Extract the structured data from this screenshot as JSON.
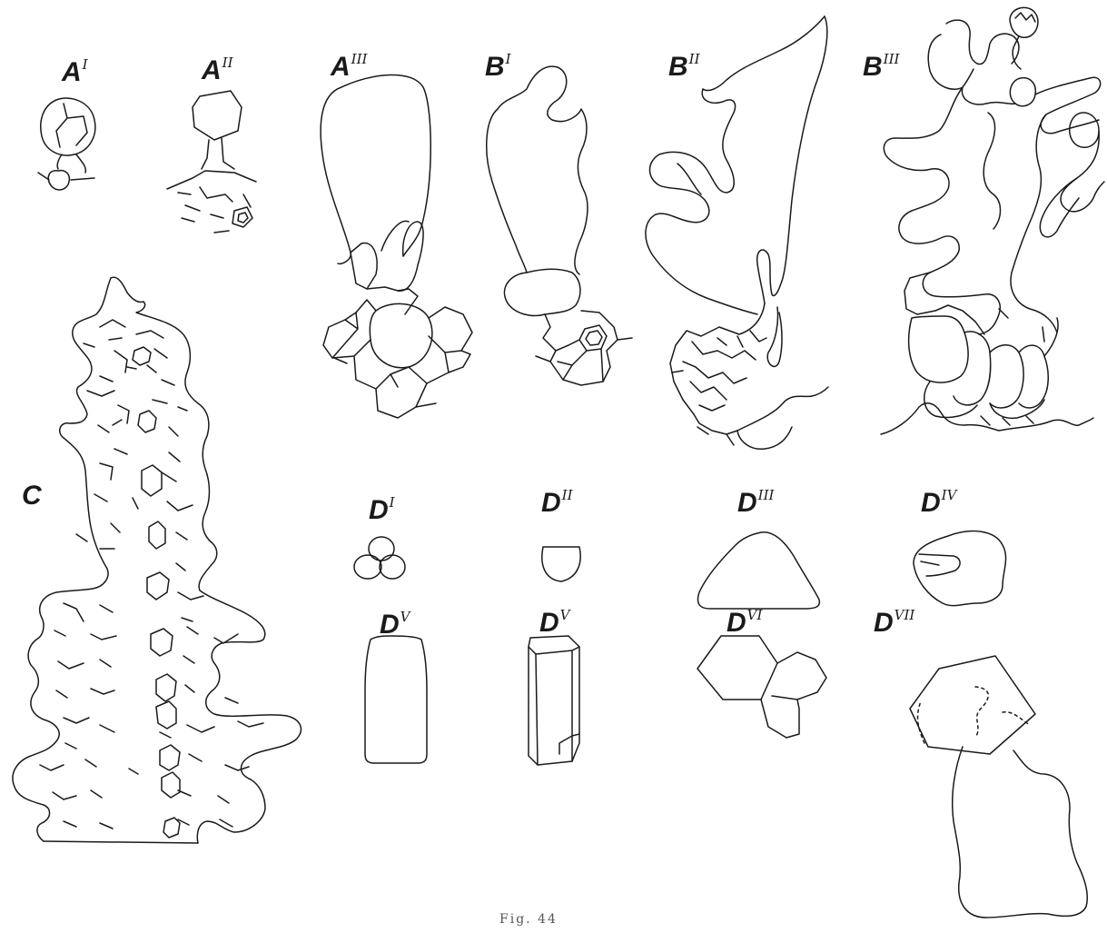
{
  "figure": {
    "caption": "Fig. 44",
    "labels": [
      {
        "letter": "A",
        "numeral": "I"
      },
      {
        "letter": "A",
        "numeral": "II"
      },
      {
        "letter": "A",
        "numeral": "III"
      },
      {
        "letter": "B",
        "numeral": "I"
      },
      {
        "letter": "B",
        "numeral": "II"
      },
      {
        "letter": "B",
        "numeral": "III"
      },
      {
        "letter": "C",
        "numeral": ""
      },
      {
        "letter": "D",
        "numeral": "I"
      },
      {
        "letter": "D",
        "numeral": "II"
      },
      {
        "letter": "D",
        "numeral": "III"
      },
      {
        "letter": "D",
        "numeral": "IV"
      },
      {
        "letter": "D",
        "numeral": "V"
      },
      {
        "letter": "D",
        "numeral": "V"
      },
      {
        "letter": "D",
        "numeral": "VI"
      },
      {
        "letter": "D",
        "numeral": "VII"
      }
    ]
  }
}
